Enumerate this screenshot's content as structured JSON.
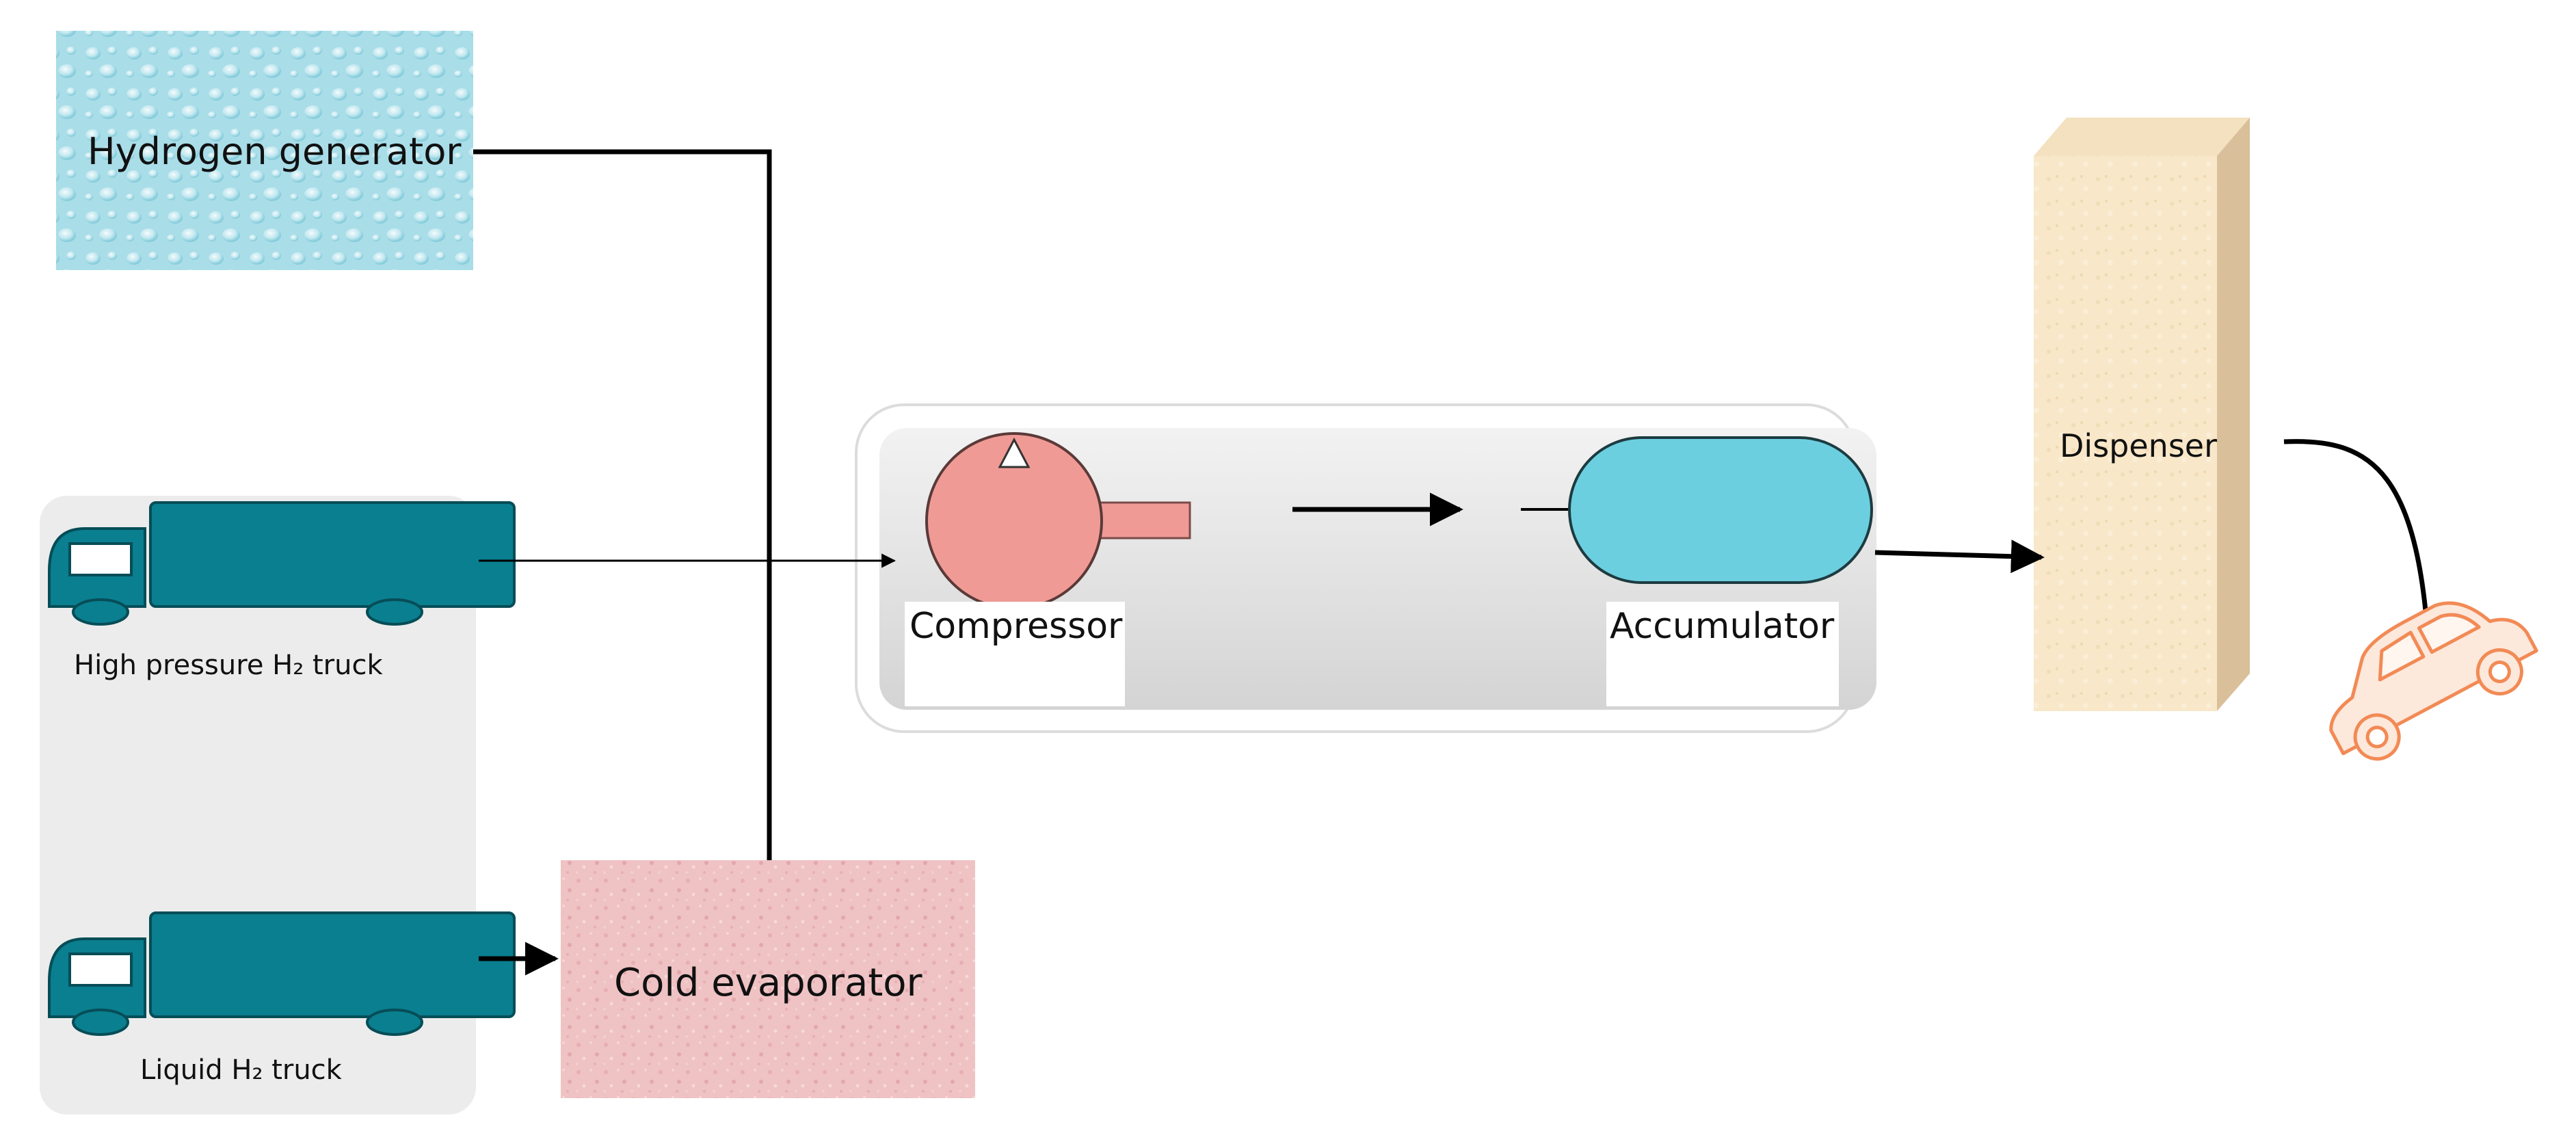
{
  "nodes": {
    "hydrogen_generator": "Hydrogen generator",
    "high_pressure_truck_label": "High pressure H₂ truck",
    "liquid_truck_label": "Liquid H₂ truck",
    "cold_evaporator": "Cold evaporator",
    "compressor": "Compressor",
    "accumulator": "Accumulator",
    "dispenser": "Dispenser"
  },
  "icons": {
    "truck": "truck-icon",
    "car": "car-icon"
  },
  "colors": {
    "water_tile": "#a9dde8",
    "evaporator_tile": "#efc2c4",
    "truck": "#0a7f8f",
    "compressor": "#f09a96",
    "accumulator": "#6ccfe0",
    "dispenser": "#f7e5c4",
    "car": "#f28a55",
    "supply_panel": "#ececec",
    "storage_panel": "#e6e6e6"
  }
}
